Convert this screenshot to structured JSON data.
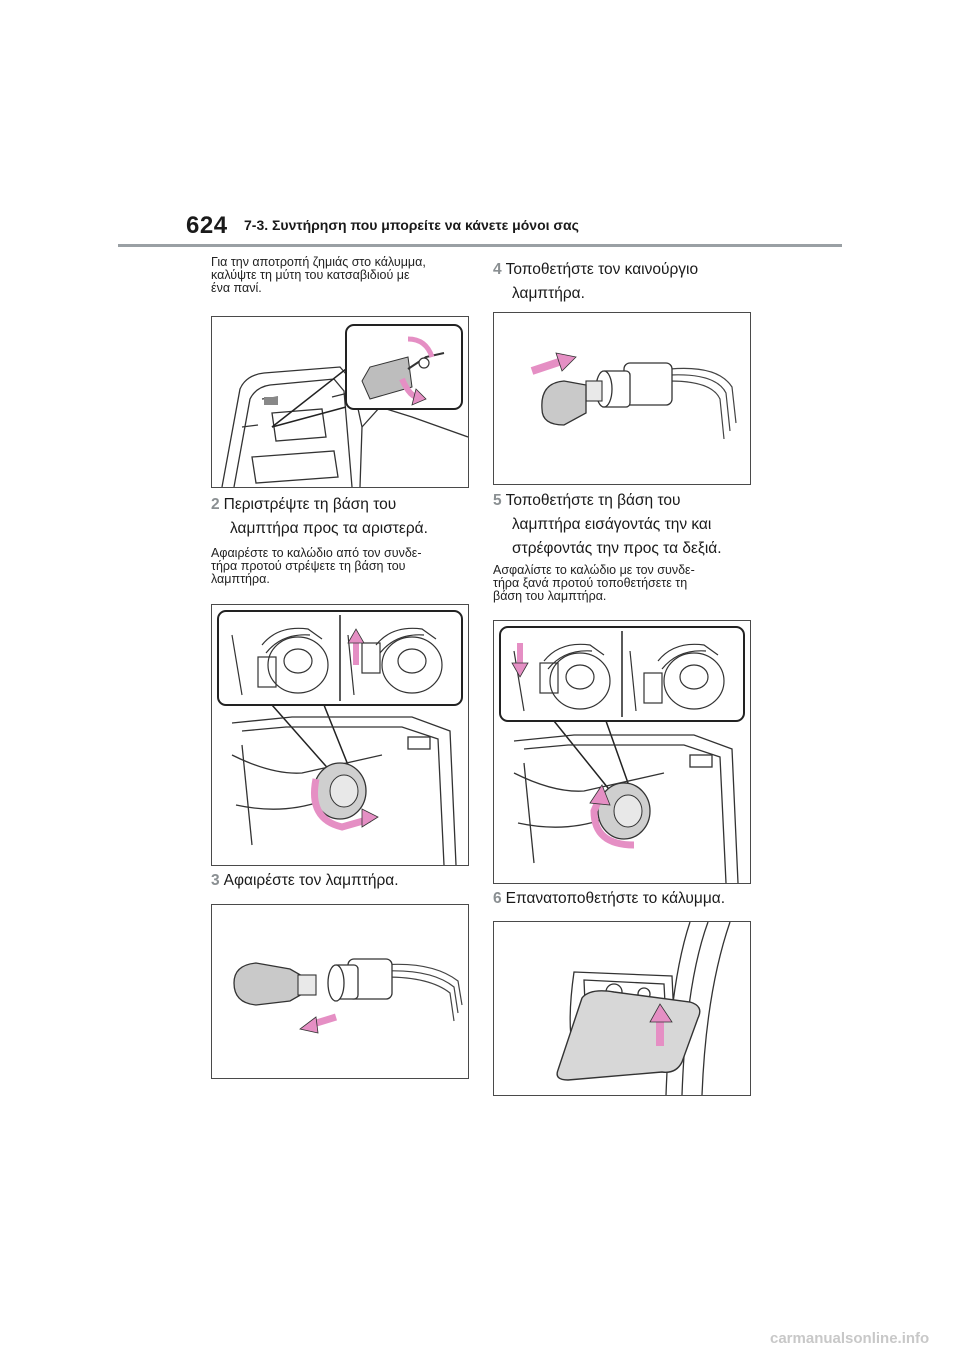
{
  "header": {
    "page_number": "624",
    "section_title": "7-3. Συντήρηση που μπορείτε να κάνετε μόνοι σας"
  },
  "left_column": {
    "intro_note": [
      "Για την αποτροπή ζημιάς στο κάλυμμα,",
      "καλύψτε τη μύτη του κατσαβιδιού με",
      "ένα πανί."
    ],
    "step2": {
      "number": "2",
      "lines": [
        "Περιστρέψτε τη βάση του",
        "λαμπτήρα προς τα αριστερά."
      ]
    },
    "step2_note": [
      "Αφαιρέστε το καλώδιο από τον συνδε-",
      "τήρα προτού στρέψετε τη βάση του",
      "λαμπτήρα."
    ],
    "step3": {
      "number": "3",
      "lines": [
        "Αφαιρέστε τον λαμπτήρα."
      ]
    }
  },
  "right_column": {
    "step4": {
      "number": "4",
      "lines": [
        "Τοποθετήστε τον καινούργιο",
        "λαμπτήρα."
      ]
    },
    "step5": {
      "number": "5",
      "lines": [
        "Τοποθετήστε τη βάση του",
        "λαμπτήρα εισάγοντάς την και",
        "στρέφοντάς την προς τα δεξιά."
      ]
    },
    "step5_note": [
      "Ασφαλίστε το καλώδιο με τον συνδε-",
      "τήρα ξανά προτού τοποθετήσετε τη",
      "βάση του λαμπτήρα."
    ],
    "step6": {
      "number": "6",
      "lines": [
        "Επανατοποθετήστε το κάλυμμα."
      ]
    }
  },
  "footer": {
    "watermark": "carmanualsonline.info"
  },
  "colors": {
    "arrow_pink": "#e58fc4",
    "rule_gray": "#9aa0a4",
    "step_number_gray": "#8a8f92"
  }
}
